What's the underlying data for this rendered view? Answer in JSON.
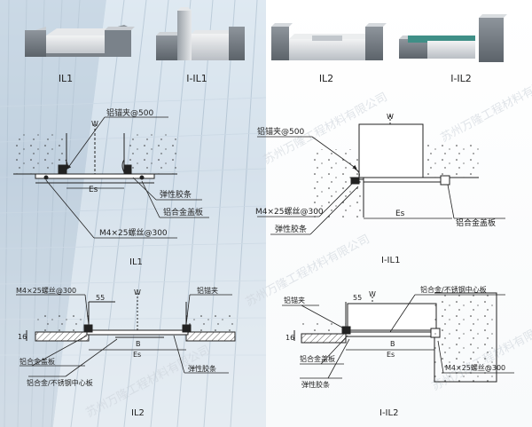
{
  "thumbnails": [
    {
      "label": "IL1"
    },
    {
      "label": "I-IL1"
    },
    {
      "label": "IL2"
    },
    {
      "label": "I-IL2"
    }
  ],
  "il1": {
    "title": "IL1",
    "callout_anchor": "铝锚夹@500",
    "callout_seal": "弹性胶条",
    "callout_cover": "铝合金盖板",
    "callout_screw": "M4×25螺丝@300",
    "dim_es": "Es",
    "dim_w": "W"
  },
  "iil1": {
    "title": "I-IL1",
    "callout_anchor": "铝锚夹@500",
    "callout_screw": "M4×25螺丝@300",
    "callout_seal": "弹性胶条",
    "callout_cover": "铝合金盖板",
    "dim_es": "Es",
    "dim_w": "W"
  },
  "il2": {
    "title": "IL2",
    "callout_screw": "M4×25螺丝@300",
    "callout_anchor": "铝锚夹",
    "callout_cover": "铝合金盖板",
    "callout_center": "铝合金/不锈钢中心板",
    "callout_seal": "弹性胶条",
    "dim_55": "55",
    "dim_16": "16",
    "dim_b": "B",
    "dim_es": "Es",
    "dim_w": "W"
  },
  "iil2": {
    "title": "I-IL2",
    "callout_anchor": "铝锚夹",
    "callout_center": "铝合金/不锈钢中心板",
    "callout_cover": "铝合金盖板",
    "callout_seal": "弹性胶条",
    "callout_screw": "M4×25螺丝@300",
    "dim_55": "55",
    "dim_16": "16",
    "dim_b": "B",
    "dim_es": "Es",
    "dim_w": "W"
  },
  "watermark": "苏州万隆工程材料有限公司",
  "colors": {
    "line": "#222222",
    "metal_dark": "#6f7780",
    "metal_light": "#d6dade",
    "watermark": "#c9d0d8"
  }
}
